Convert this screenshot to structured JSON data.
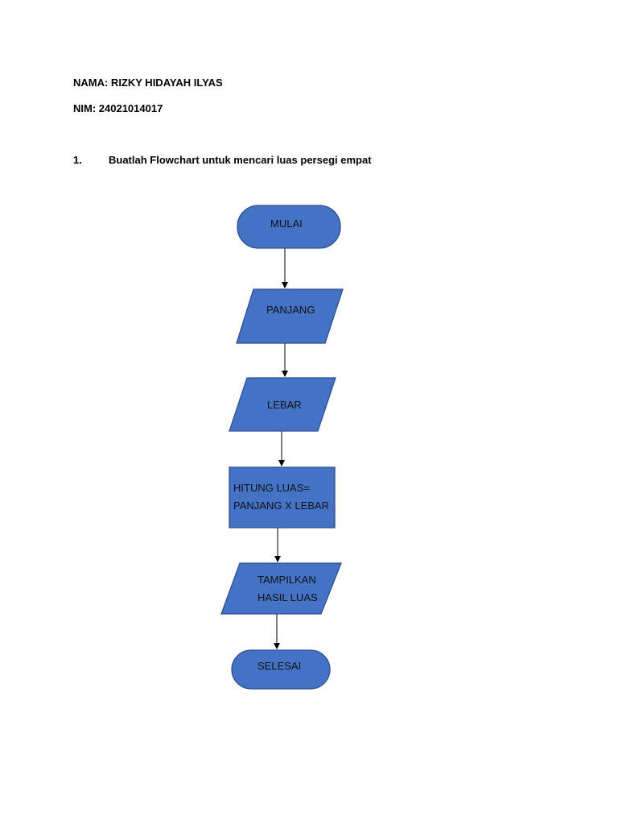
{
  "header": {
    "name_line": "NAMA: RIZKY HIDAYAH ILYAS",
    "nim_line": "NIM: 24021014017"
  },
  "question": {
    "number": "1.",
    "text": "Buatlah Flowchart untuk mencari luas persegi empat"
  },
  "flowchart": {
    "fill_color": "#4472c4",
    "stroke_color": "#2f4f8f",
    "steps": [
      {
        "type": "terminator",
        "lines": [
          "MULAI"
        ]
      },
      {
        "type": "input-output",
        "lines": [
          "PANJANG"
        ]
      },
      {
        "type": "input-output",
        "lines": [
          "LEBAR"
        ]
      },
      {
        "type": "process",
        "lines": [
          "HITUNG LUAS=",
          "PANJANG X LEBAR"
        ]
      },
      {
        "type": "input-output",
        "lines": [
          "TAMPILKAN",
          "HASIL LUAS"
        ]
      },
      {
        "type": "terminator",
        "lines": [
          "SELESAI"
        ]
      }
    ]
  }
}
